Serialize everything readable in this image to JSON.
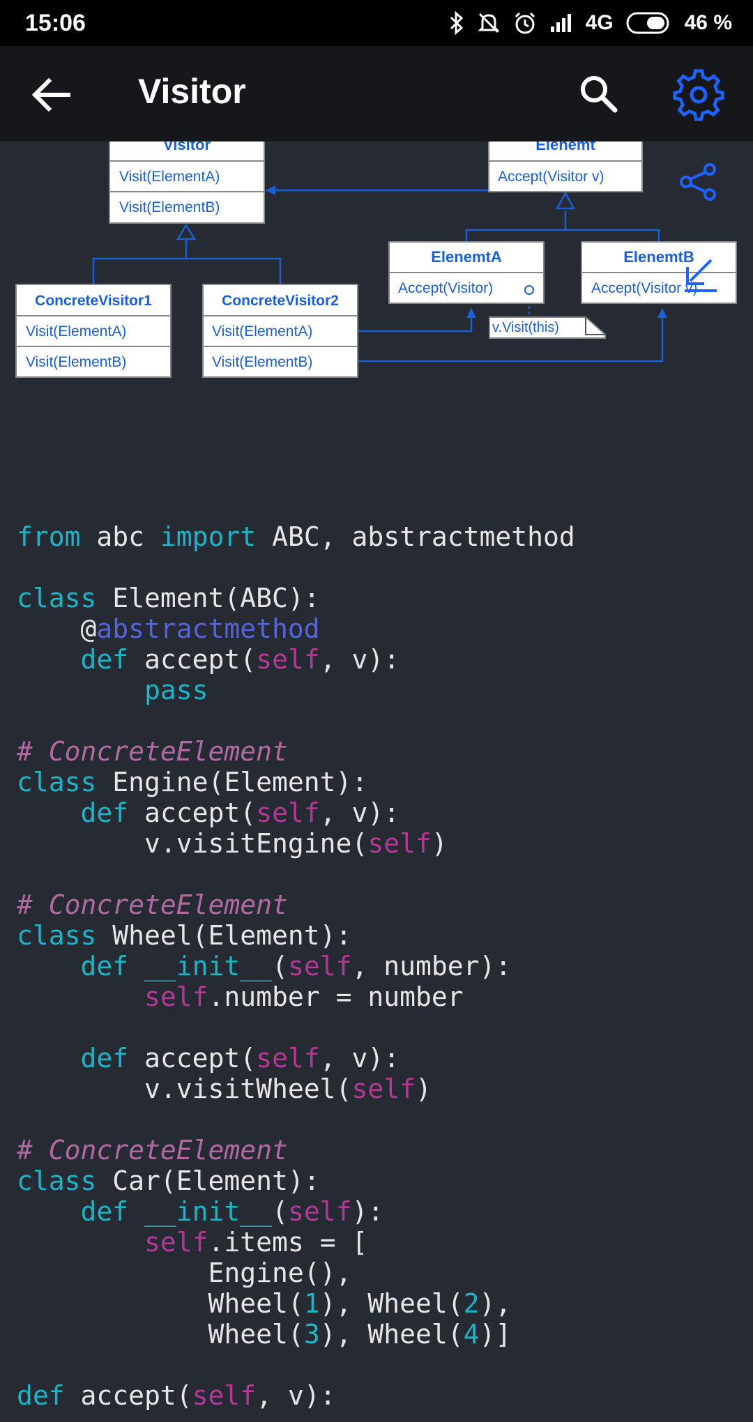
{
  "status_bar": {
    "time": "15:06",
    "network": "4G",
    "battery": "46 %",
    "icons": [
      "bluetooth-icon",
      "muted-bell-icon",
      "alarm-icon",
      "signal-icon",
      "battery-icon"
    ]
  },
  "app_bar": {
    "title": "Visitor",
    "icons": [
      "back-arrow-icon",
      "search-icon",
      "gear-icon"
    ]
  },
  "diagram": {
    "boxes": {
      "visitor": {
        "title": "Visitor",
        "methods": [
          "Visit(ElementA)",
          "Visit(ElementB)"
        ]
      },
      "element": {
        "title": "Elenemt",
        "methods": [
          "Accept(Visitor v)"
        ]
      },
      "element_a": {
        "title": "ElenemtA",
        "methods": [
          "Accept(Visitor)"
        ]
      },
      "element_b": {
        "title": "ElenemtB",
        "methods": [
          "Accept(Visitor v)"
        ]
      },
      "concrete1": {
        "title": "ConcreteVisitor1",
        "methods": [
          "Visit(ElementA)",
          "Visit(ElementB)"
        ]
      },
      "concrete2": {
        "title": "ConcreteVisitor2",
        "methods": [
          "Visit(ElementA)",
          "Visit(ElementB)"
        ]
      }
    },
    "note": "v.Visit(this)",
    "side_icons": [
      "share-icon",
      "collapse-icon"
    ]
  },
  "code": [
    [
      [
        "kw",
        "from"
      ],
      [
        "t",
        " abc "
      ],
      [
        "kw",
        "import"
      ],
      [
        "t",
        " ABC, abstractmethod"
      ]
    ],
    [],
    [
      [
        "kw",
        "class"
      ],
      [
        "t",
        " Element(ABC):"
      ]
    ],
    [
      [
        "t",
        "    @"
      ],
      [
        "deco",
        "abstractmethod"
      ]
    ],
    [
      [
        "t",
        "    "
      ],
      [
        "kw",
        "def"
      ],
      [
        "t",
        " accept("
      ],
      [
        "self",
        "self"
      ],
      [
        "t",
        ", v):"
      ]
    ],
    [
      [
        "t",
        "        "
      ],
      [
        "kw",
        "pass"
      ]
    ],
    [],
    [
      [
        "cmt",
        "# ConcreteElement"
      ]
    ],
    [
      [
        "kw",
        "class"
      ],
      [
        "t",
        " Engine(Element):"
      ]
    ],
    [
      [
        "t",
        "    "
      ],
      [
        "kw",
        "def"
      ],
      [
        "t",
        " accept("
      ],
      [
        "self",
        "self"
      ],
      [
        "t",
        ", v):"
      ]
    ],
    [
      [
        "t",
        "        v.visitEngine("
      ],
      [
        "self",
        "self"
      ],
      [
        "t",
        ")"
      ]
    ],
    [],
    [
      [
        "cmt",
        "# ConcreteElement"
      ]
    ],
    [
      [
        "kw",
        "class"
      ],
      [
        "t",
        " Wheel(Element):"
      ]
    ],
    [
      [
        "t",
        "    "
      ],
      [
        "kw",
        "def"
      ],
      [
        "t",
        " "
      ],
      [
        "kw",
        "__init__"
      ],
      [
        "t",
        "("
      ],
      [
        "self",
        "self"
      ],
      [
        "t",
        ", number):"
      ]
    ],
    [
      [
        "t",
        "        "
      ],
      [
        "self",
        "self"
      ],
      [
        "t",
        ".number = number"
      ]
    ],
    [],
    [
      [
        "t",
        "    "
      ],
      [
        "kw",
        "def"
      ],
      [
        "t",
        " accept("
      ],
      [
        "self",
        "self"
      ],
      [
        "t",
        ", v):"
      ]
    ],
    [
      [
        "t",
        "        v.visitWheel("
      ],
      [
        "self",
        "self"
      ],
      [
        "t",
        ")"
      ]
    ],
    [],
    [
      [
        "cmt",
        "# ConcreteElement"
      ]
    ],
    [
      [
        "kw",
        "class"
      ],
      [
        "t",
        " Car(Element):"
      ]
    ],
    [
      [
        "t",
        "    "
      ],
      [
        "kw",
        "def"
      ],
      [
        "t",
        " "
      ],
      [
        "kw",
        "__init__"
      ],
      [
        "t",
        "("
      ],
      [
        "self",
        "self"
      ],
      [
        "t",
        "):"
      ]
    ],
    [
      [
        "t",
        "        "
      ],
      [
        "self",
        "self"
      ],
      [
        "t",
        ".items = ["
      ]
    ],
    [
      [
        "t",
        "            Engine(),"
      ]
    ],
    [
      [
        "t",
        "            Wheel("
      ],
      [
        "num",
        "1"
      ],
      [
        "t",
        "), Wheel("
      ],
      [
        "num",
        "2"
      ],
      [
        "t",
        "),"
      ]
    ],
    [
      [
        "t",
        "            Wheel("
      ],
      [
        "num",
        "3"
      ],
      [
        "t",
        "), Wheel("
      ],
      [
        "num",
        "4"
      ],
      [
        "t",
        ")]"
      ]
    ],
    [],
    [
      [
        "kw",
        "def"
      ],
      [
        "t",
        " accept("
      ],
      [
        "self",
        "self"
      ],
      [
        "t",
        ", v):"
      ]
    ]
  ]
}
